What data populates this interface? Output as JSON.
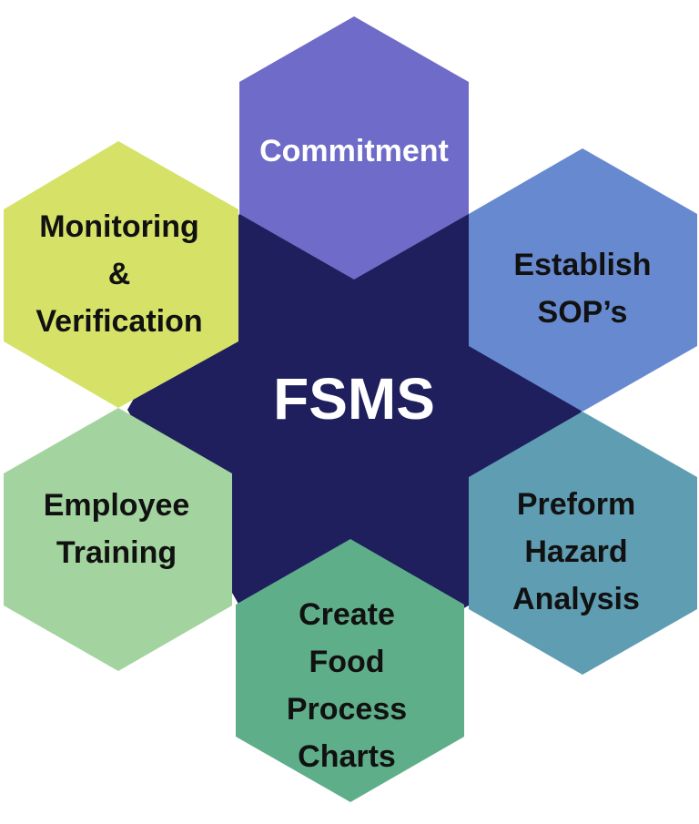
{
  "center": {
    "label": "FSMS",
    "color": "#1f1f5e",
    "text_color": "#ffffff"
  },
  "nodes": [
    {
      "id": "commitment",
      "lines": [
        "Commitment"
      ],
      "color": "#6e6cc8",
      "text_color": "#ffffff"
    },
    {
      "id": "establish-sops",
      "lines": [
        "Establish",
        "SOP’s"
      ],
      "color": "#6689cf",
      "text_color": "#111111"
    },
    {
      "id": "preform-hazard-analysis",
      "lines": [
        "Preform",
        "Hazard",
        "Analysis"
      ],
      "color": "#5f9db3",
      "text_color": "#111111"
    },
    {
      "id": "create-food-process-charts",
      "lines": [
        "Create",
        "Food",
        "Process",
        "Charts"
      ],
      "color": "#5fae8a",
      "text_color": "#111111"
    },
    {
      "id": "employee-training",
      "lines": [
        "Employee",
        "Training"
      ],
      "color": "#a3d39e",
      "text_color": "#111111"
    },
    {
      "id": "monitoring-verification",
      "lines": [
        "Monitoring",
        "&",
        "Verification"
      ],
      "color": "#d5e267",
      "text_color": "#111111"
    }
  ]
}
